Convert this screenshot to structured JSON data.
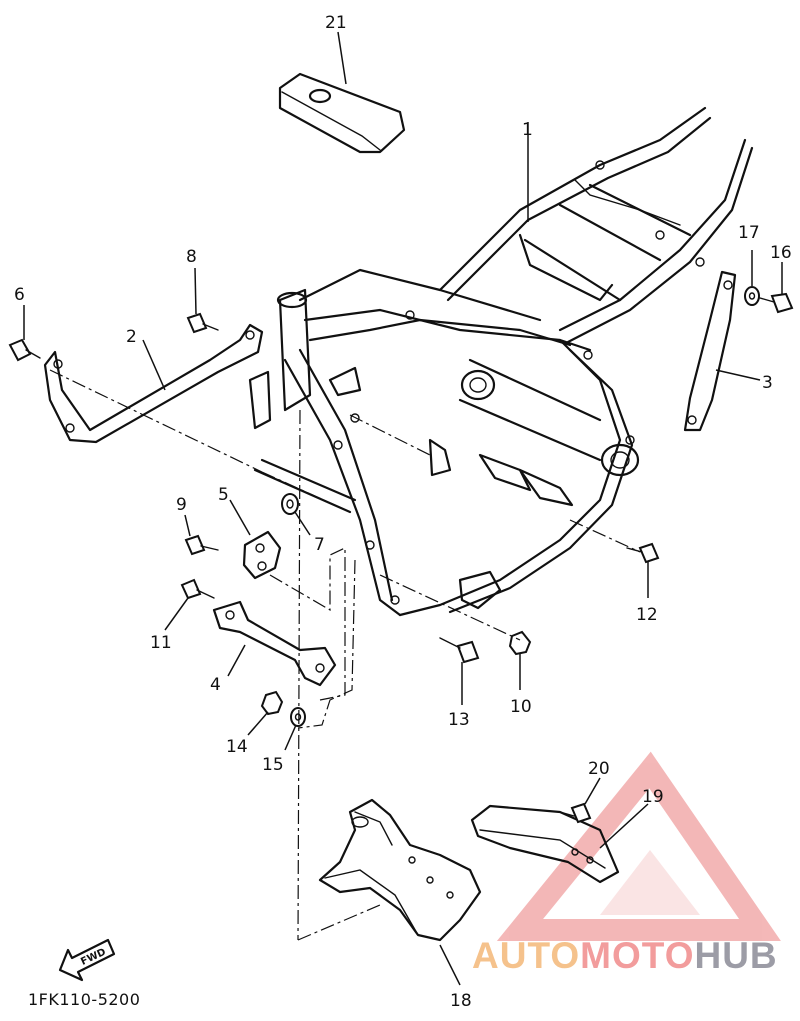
{
  "diagram": {
    "catalog_code": "1FK110-5200",
    "fwd_label": "FWD",
    "watermark": {
      "part1": "AUTO",
      "part2": "MOTO",
      "part3": "HUB",
      "colors": {
        "auto": "#f5c28c",
        "moto": "#f29c9c",
        "hub": "#9c9ca6",
        "triangle": "#f0a0a0"
      }
    },
    "callouts": [
      {
        "id": "1",
        "label": "1"
      },
      {
        "id": "2",
        "label": "2"
      },
      {
        "id": "3",
        "label": "3"
      },
      {
        "id": "4",
        "label": "4"
      },
      {
        "id": "5",
        "label": "5"
      },
      {
        "id": "6",
        "label": "6"
      },
      {
        "id": "7",
        "label": "7"
      },
      {
        "id": "8",
        "label": "8"
      },
      {
        "id": "9",
        "label": "9"
      },
      {
        "id": "10",
        "label": "10"
      },
      {
        "id": "11",
        "label": "11"
      },
      {
        "id": "12",
        "label": "12"
      },
      {
        "id": "13",
        "label": "13"
      },
      {
        "id": "14",
        "label": "14"
      },
      {
        "id": "15",
        "label": "15"
      },
      {
        "id": "16",
        "label": "16"
      },
      {
        "id": "17",
        "label": "17"
      },
      {
        "id": "18",
        "label": "18"
      },
      {
        "id": "19",
        "label": "19"
      },
      {
        "id": "20",
        "label": "20"
      },
      {
        "id": "21",
        "label": "21"
      }
    ]
  }
}
